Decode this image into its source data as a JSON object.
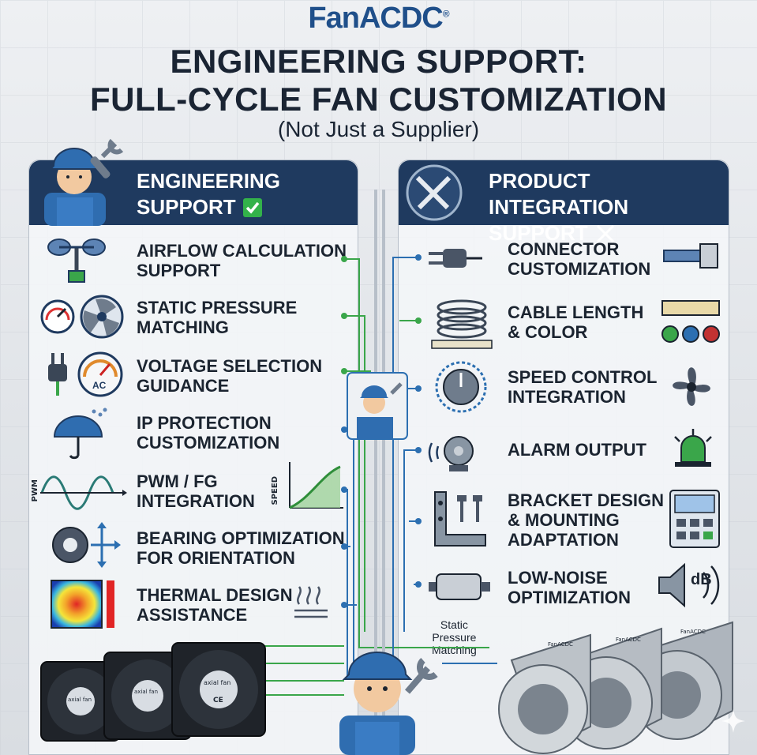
{
  "brand": {
    "name": "FanACDC",
    "mark": "®"
  },
  "title": {
    "line1": "ENGINEERING SUPPORT:",
    "line2": "FULL-CYCLE FAN CUSTOMIZATION",
    "line3": "(Not Just a Supplier)"
  },
  "left_panel": {
    "heading_line1": "ENGINEERING",
    "heading_line2": "SUPPORT",
    "items": [
      {
        "line1": "AIRFLOW CALCULATION",
        "line2": "SUPPORT"
      },
      {
        "line1": "STATIC PRESSURE",
        "line2": "MATCHING"
      },
      {
        "line1": "VOLTAGE SELECTION",
        "line2": "GUIDANCE"
      },
      {
        "line1": "IP PROTECTION",
        "line2": "CUSTOMIZATION"
      },
      {
        "line1": "PWM / FG",
        "line2": "INTEGRATION"
      },
      {
        "line1": "BEARING OPTIMIZATION",
        "line2": "FOR ORIENTATION"
      },
      {
        "line1": "THERMAL DESIGN",
        "line2": "ASSISTANCE"
      }
    ],
    "icon_labels": {
      "voltage": "AC",
      "pwm": "PWM",
      "speed": "SPEED"
    },
    "fan_labels": {
      "fan1": "axial fan",
      "fan2": "axial fan",
      "fan3": "axial fan",
      "ce": "CE"
    }
  },
  "right_panel": {
    "heading_line1": "PRODUCT INTEGRATION",
    "heading_line2": "SUPPORT",
    "items": [
      {
        "line1": "CONNECTOR",
        "line2": "CUSTOMIZATION"
      },
      {
        "line1": "CABLE LENGTH",
        "line2": "& COLOR"
      },
      {
        "line1": "SPEED CONTROL",
        "line2": "INTEGRATION"
      },
      {
        "line1": "ALARM OUTPUT",
        "line2": ""
      },
      {
        "line1": "BRACKET DESIGN",
        "line2": "& MOUNTING"
      },
      {
        "line1": "LOW-NOISE",
        "line2": "OPTIMIZATION"
      }
    ],
    "item_line3": "ADAPTATION",
    "icon_labels": {
      "db": "dB"
    },
    "callout": {
      "line1": "Static",
      "line2": "Pressure",
      "line3": "Matching"
    },
    "blower_labels": {
      "b1": "FanACDC",
      "b2": "FanACDC",
      "b3": "FanACDC"
    }
  },
  "colors": {
    "navy": "#1f3a5f",
    "brand_blue": "#1f4f8a",
    "wire_green": "#3aa64a",
    "wire_blue": "#2c6fb1",
    "check_green": "#33b24a",
    "hardhat_blue": "#2f6db0"
  }
}
